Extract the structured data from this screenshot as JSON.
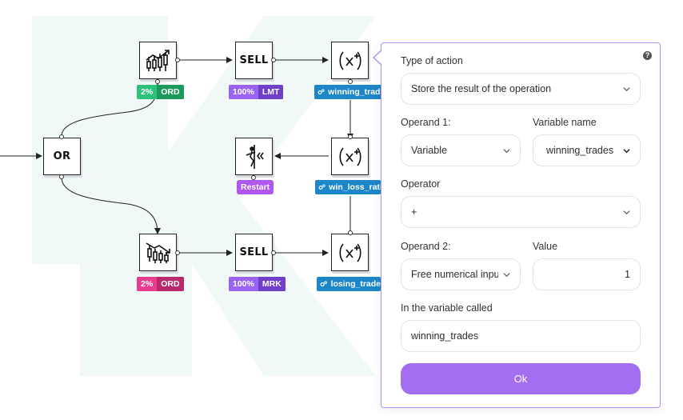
{
  "flow": {
    "or_node": "OR",
    "sell_top": "SELL",
    "sell_bottom": "SELL",
    "badges": {
      "buy_pct": "2%",
      "buy_type": "ORD",
      "sell_top_pct": "100%",
      "sell_top_type": "LMT",
      "var_top": "winning_trades",
      "restart": "Restart",
      "var_mid": "win_loss_ratio",
      "sell_bottom_pct": "100%",
      "sell_bottom_type": "MRK",
      "drop_pct": "2%",
      "drop_type": "ORD",
      "var_bottom": "losing_trades"
    }
  },
  "panel": {
    "help": "?",
    "type_label": "Type of action",
    "type_value": "Store the result of the operation",
    "operand1_label": "Operand 1:",
    "operand1_value": "Variable",
    "varname_label": "Variable name",
    "varname_value": "winning_trades",
    "operator_label": "Operator",
    "operator_value": "+",
    "operand2_label": "Operand 2:",
    "operand2_value": "Free numerical input",
    "value_label": "Value",
    "value_value": "1",
    "in_var_label": "In the variable called",
    "in_var_value": "winning_trades",
    "ok_label": "Ok"
  },
  "colors": {
    "accent": "#a46ef3",
    "panel_border": "#b58ff2",
    "green": "#2cc27b",
    "purple": "#9a63f2",
    "pink": "#ea3d8f",
    "blue": "#1d86c8"
  }
}
